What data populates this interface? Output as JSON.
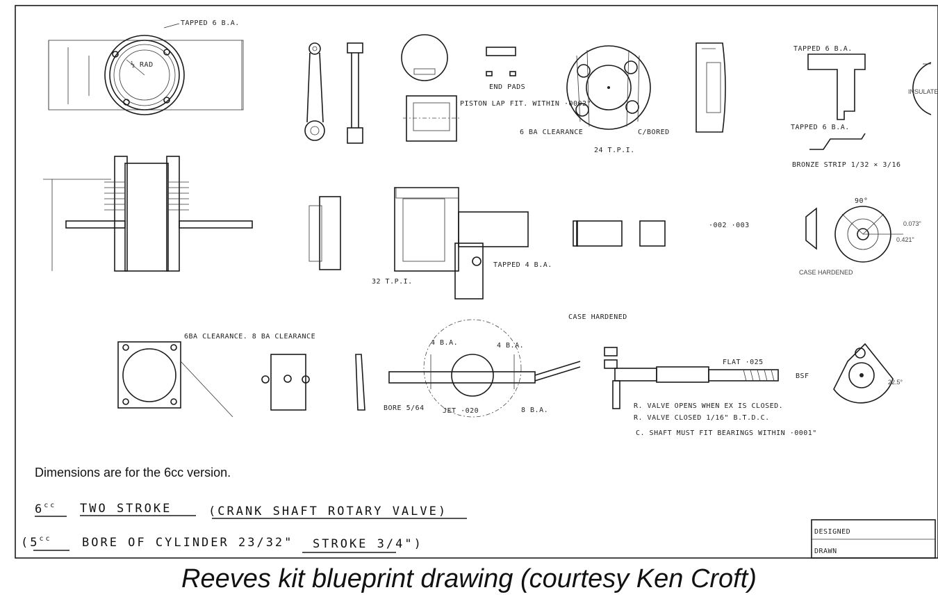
{
  "labels": {
    "tapped_6ba_1": "TAPPED 6 B.A.",
    "rad": "½ RAD",
    "end_pads": "END PADS",
    "piston_fit": "PISTON LAP FIT. WITHIN ·0002\"",
    "clearance_6ba": "6 BA CLEARANCE",
    "c_bored": "C/BORED",
    "tpi_24": "24 T.P.I.",
    "tapped_6ba_2": "TAPPED 6 B.A.",
    "tapped_6ba_3": "TAPPED 6 B.A.",
    "insulate": "INSULATE",
    "bronze_strip": "BRONZE STRIP 1/32 × 3/16",
    "tapped_4ba": "TAPPED 4 B.A.",
    "tpi_32": "32 T.P.I.",
    "tolerance": "·002 ·003",
    "angle_90": "90°",
    "dim_073": "0.073\"",
    "dim_0421": "0.421\"",
    "case_hardened_1": "CASE HARDENED",
    "clearance_line": "6BA CLEARANCE. 8 BA CLEARANCE",
    "ba4_left": "4 B.A.",
    "ba4_right": "4 B.A.",
    "ba8": "8 B.A.",
    "bore": "BORE 5/64",
    "jet": "JET ·020",
    "case_hardened_2": "CASE HARDENED",
    "flat": "FLAT ·025",
    "bsf": "BSF",
    "valve_note_1": "R. VALVE OPENS WHEN EX IS CLOSED.",
    "valve_note_2": "R. VALVE CLOSED 1/16\" B.T.D.C.",
    "shaft_note": "C. SHAFT MUST FIT BEARINGS WITHIN ·0001\"",
    "angle_225": "22.5°",
    "designed": "DESIGNED",
    "drawn": "DRAWN"
  },
  "title": {
    "line1_cc": "6",
    "line1_sup": "cc",
    "line1_text": "TWO STROKE",
    "line1_paren": "(CRANK SHAFT ROTARY VALVE)",
    "line2_cc": "(5",
    "line2_sup": "cc",
    "line2_text": "BORE OF CYLINDER 23/32\"",
    "line2_stroke": "STROKE 3/4\")"
  },
  "note": "Dimensions are for the 6cc version.",
  "caption": "Reeves kit blueprint drawing (courtesy Ken Croft)"
}
